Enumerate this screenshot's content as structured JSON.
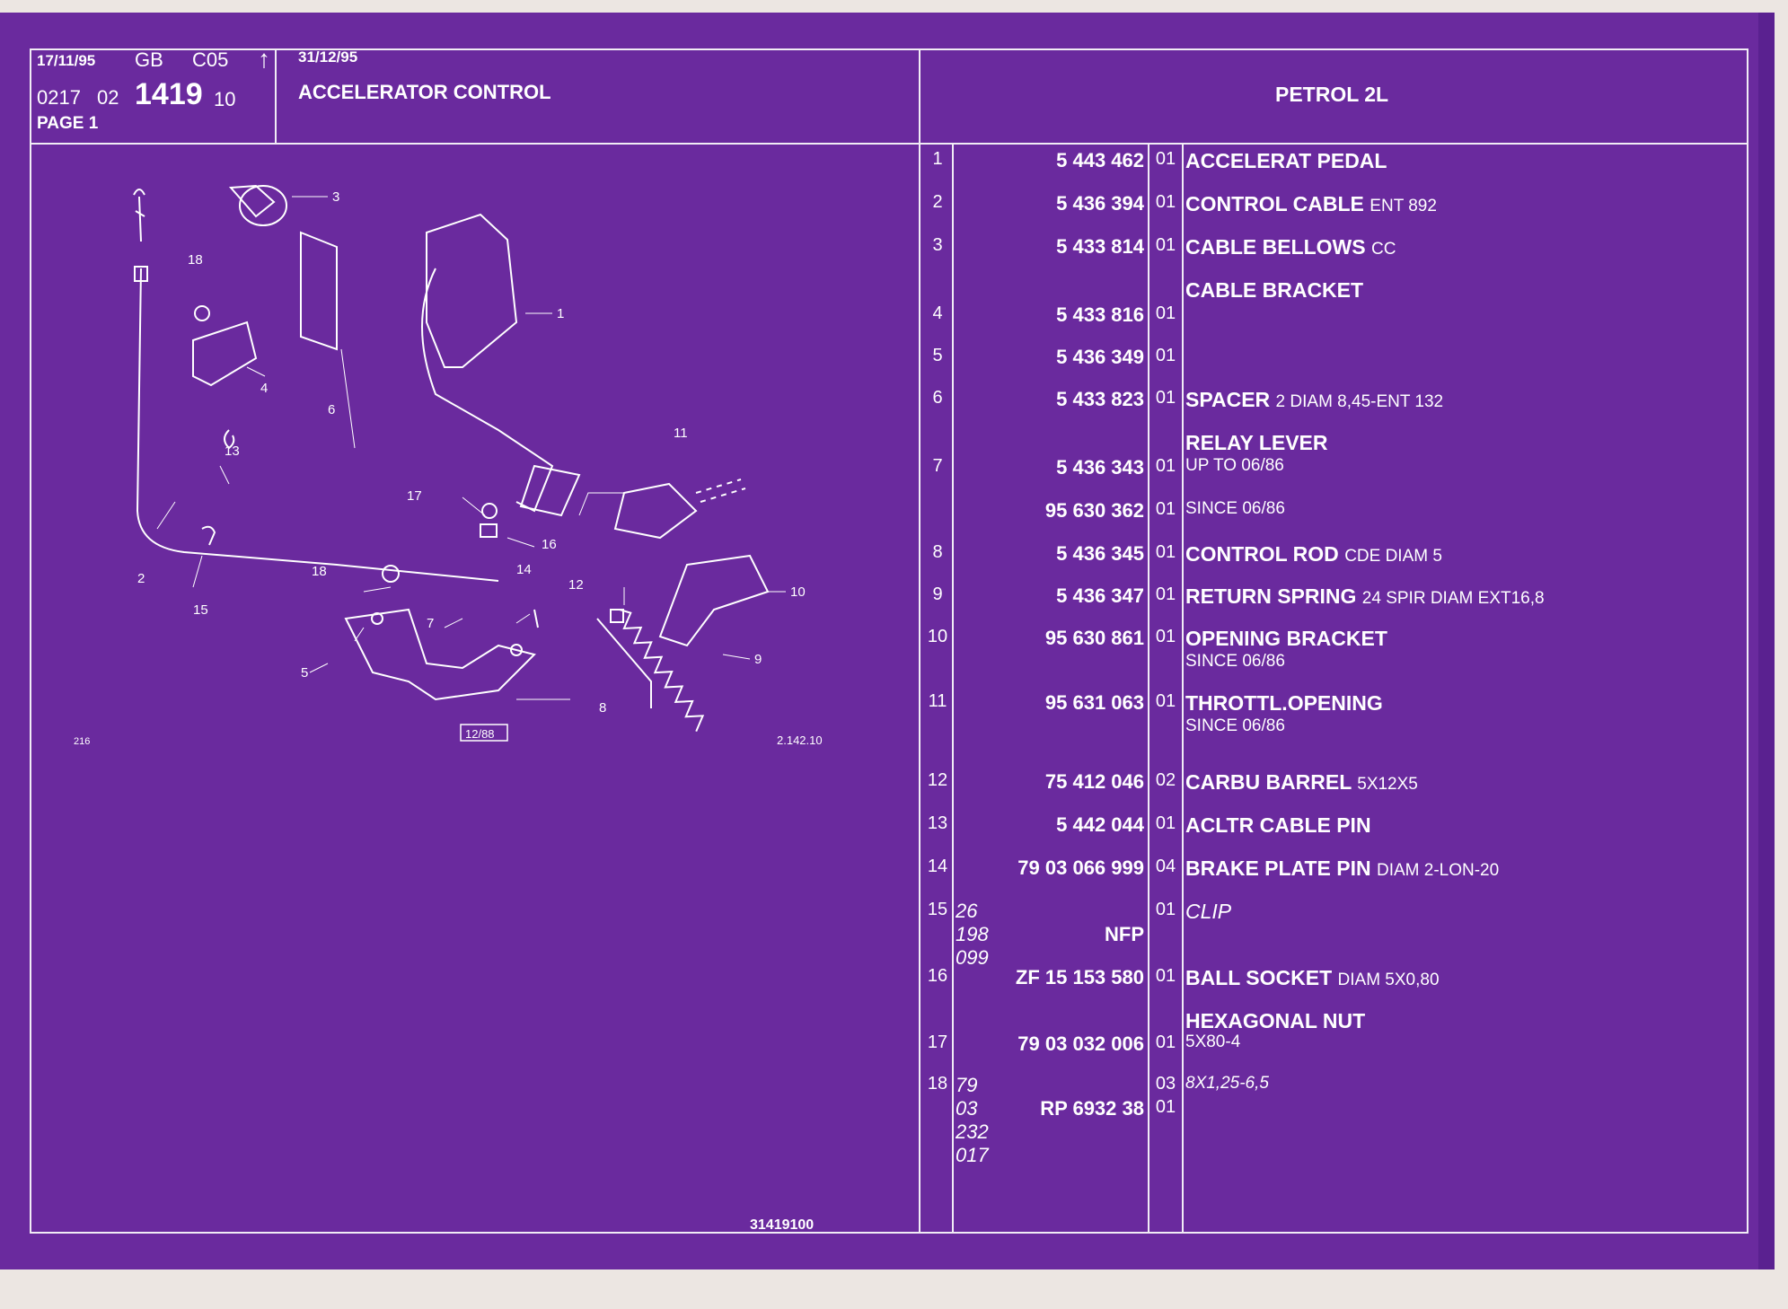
{
  "header": {
    "date1": "17/11/95",
    "lang": "GB",
    "code": "C05",
    "arrow": "↑",
    "ref_a": "0217",
    "ref_b": "02",
    "ref_main": "1419",
    "ref_c": "10",
    "page": "PAGE 1",
    "date2": "31/12/95",
    "title": "ACCELERATOR CONTROL",
    "variant": "PETROL 2L"
  },
  "diagram": {
    "callouts": [
      "1",
      "2",
      "3",
      "4",
      "5",
      "6",
      "7",
      "8",
      "9",
      "10",
      "11",
      "12",
      "13",
      "14",
      "15",
      "16",
      "17",
      "18",
      "18"
    ],
    "stamp_left": "216",
    "stamp_box": "12/88",
    "stamp_right": "2.142.10",
    "footer_number": "31419100"
  },
  "parts": [
    {
      "num": "1",
      "part": "5 443 462",
      "qty": "01",
      "name": "ACCELERAT PEDAL",
      "extra": ""
    },
    {
      "num": "2",
      "part": "5 436 394",
      "qty": "01",
      "name": "CONTROL CABLE",
      "extra": "ENT 892"
    },
    {
      "num": "3",
      "part": "5 433 814",
      "qty": "01",
      "name": "CABLE BELLOWS",
      "extra": "CC"
    },
    {
      "num": "",
      "part": "",
      "qty": "",
      "name": "CABLE BRACKET",
      "extra": ""
    },
    {
      "num": "4",
      "part": "5 433 816",
      "qty": "01",
      "name": "",
      "extra": ""
    },
    {
      "num": "5",
      "part": "5 436 349",
      "qty": "01",
      "name": "",
      "extra": ""
    },
    {
      "num": "6",
      "part": "5 433 823",
      "qty": "01",
      "name": "SPACER",
      "extra": "2 DIAM 8,45-ENT 132"
    },
    {
      "num": "",
      "part": "",
      "qty": "",
      "name": "RELAY LEVER",
      "extra": ""
    },
    {
      "num": "7",
      "part": "5 436 343",
      "qty": "01",
      "name": "",
      "extra": "UP TO 06/86"
    },
    {
      "num": "",
      "part": "95 630 362",
      "qty": "01",
      "name": "",
      "extra": "SINCE 06/86"
    },
    {
      "num": "8",
      "part": "5 436 345",
      "qty": "01",
      "name": "CONTROL ROD",
      "extra": "CDE DIAM 5"
    },
    {
      "num": "9",
      "part": "5 436 347",
      "qty": "01",
      "name": "RETURN SPRING",
      "extra": "24 SPIR DIAM EXT16,8"
    },
    {
      "num": "10",
      "part": "95 630 861",
      "qty": "01",
      "name": "OPENING BRACKET",
      "extra": "SINCE 06/86"
    },
    {
      "num": "11",
      "part": "95 631 063",
      "qty": "01",
      "name": "THROTTL.OPENING",
      "extra": "SINCE 06/86"
    },
    {
      "num": "12",
      "part": "75 412 046",
      "qty": "02",
      "name": "CARBU BARREL",
      "extra": "5X12X5"
    },
    {
      "num": "13",
      "part": "5 442 044",
      "qty": "01",
      "name": "ACLTR CABLE PIN",
      "extra": ""
    },
    {
      "num": "14",
      "part": "79 03 066 999",
      "qty": "04",
      "name": "BRAKE PLATE PIN",
      "extra": "DIAM 2-LON-20"
    },
    {
      "num": "15",
      "part": "26 198 099",
      "qty": "01",
      "name": "CLIP",
      "extra": "NFP"
    },
    {
      "num": "16",
      "part": "ZF 15 153 580",
      "qty": "01",
      "name": "BALL SOCKET",
      "extra": "DIAM 5X0,80"
    },
    {
      "num": "",
      "part": "",
      "qty": "",
      "name": "HEXAGONAL NUT",
      "extra": ""
    },
    {
      "num": "17",
      "part": "79 03 032 006",
      "qty": "01",
      "name": "",
      "extra": "5X80-4"
    },
    {
      "num": "18",
      "part": "79 03 232 017",
      "qty": "03",
      "name": "",
      "extra": "8X1,25-6,5"
    },
    {
      "num": "",
      "part": "RP 6932 38",
      "qty": "01",
      "name": "",
      "extra": ""
    }
  ],
  "colors": {
    "background": "#6a2a9e",
    "lines": "#f1ecf5",
    "text": "#ffffff"
  }
}
